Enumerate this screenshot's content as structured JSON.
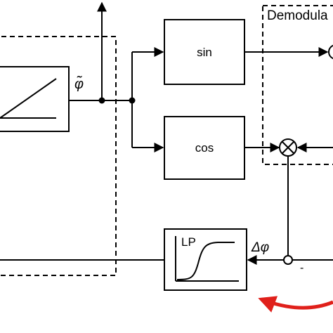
{
  "blocks": {
    "sin_label": "sin",
    "cos_label": "cos",
    "lp_label": "LP"
  },
  "signals": {
    "phase_estimate": "φ̃",
    "phase_error": "Δφ",
    "minus_sign": "-"
  },
  "regions": {
    "demodulator_label": "Demodula"
  },
  "colors": {
    "stroke": "#000000",
    "feedback_arrow": "#e0201b"
  }
}
